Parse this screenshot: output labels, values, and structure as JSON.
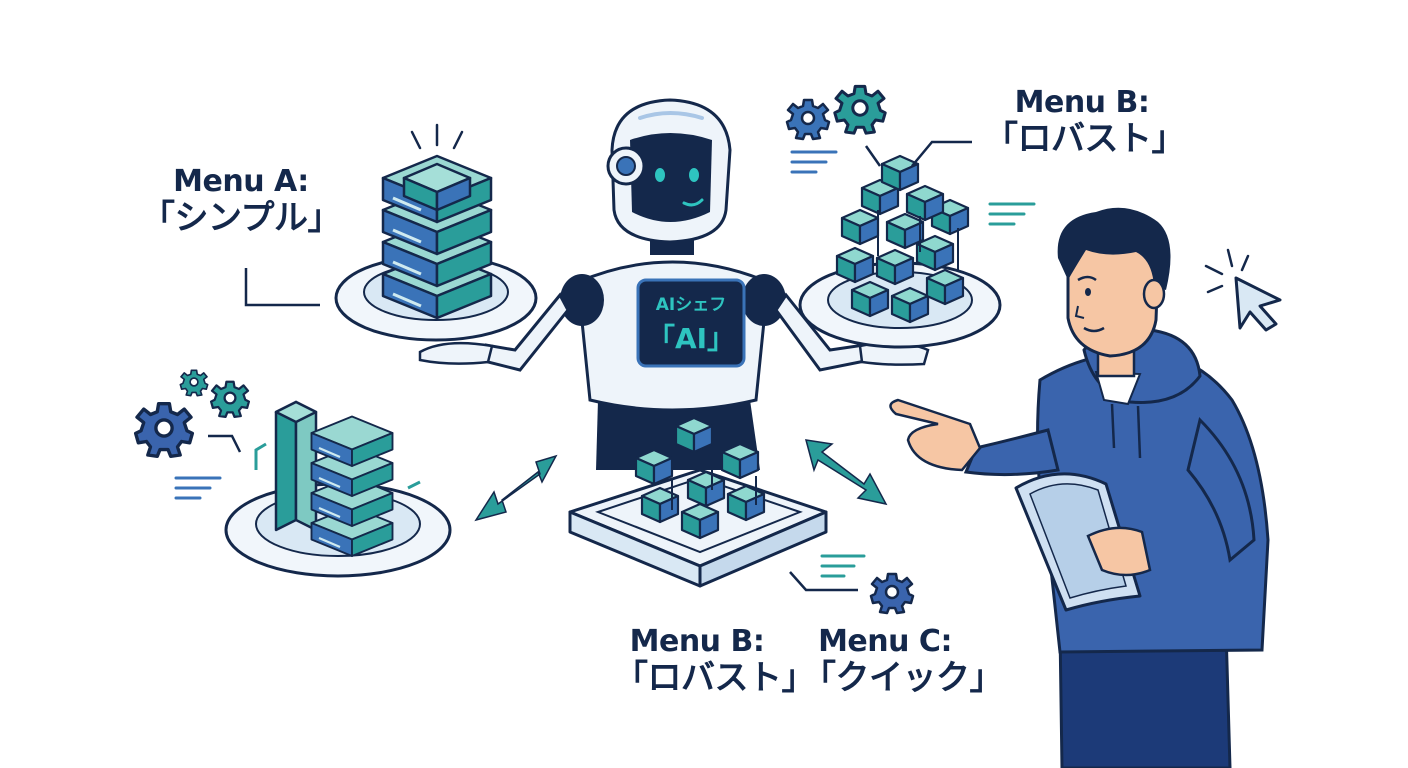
{
  "menus": {
    "a": {
      "title": "Menu A:",
      "name": "「シンプル」"
    },
    "b_top": {
      "title": "Menu B:",
      "name": "「ロバスト」"
    },
    "b_bottom": {
      "title": "Menu B:",
      "name": "「ロバスト」"
    },
    "c": {
      "title": "Menu C:",
      "name": "「クイック」"
    }
  },
  "robot": {
    "chest_line1": "AIシェフ",
    "chest_line2": "「AI」"
  },
  "colors": {
    "outline": "#14284b",
    "teal": "#2a9d9a",
    "blue": "#3b6bb8",
    "hoodie": "#3a64ad",
    "skin": "#f6c6a4"
  },
  "icons": [
    "gear-icon",
    "cursor-arrow-icon",
    "double-arrow-icon",
    "text-lines-icon",
    "sparkle-lines-icon"
  ]
}
